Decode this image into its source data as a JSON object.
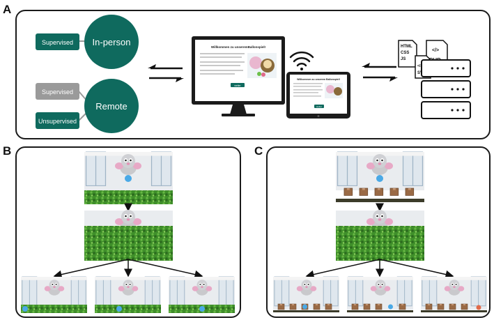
{
  "panels": {
    "a": "A",
    "b": "B",
    "c": "C"
  },
  "nodes": {
    "in_person": "In-person",
    "remote": "Remote",
    "supervised_1": "Supervised",
    "supervised_2": "Supervised",
    "unsupervised": "Unsupervised"
  },
  "screen": {
    "monitor_title": "Willkommen zu unseremBallonspiel!",
    "tablet_title": "Willkommen zu unserem Ballonspiel!",
    "button": "weiter"
  },
  "files": {
    "html": "HTML",
    "css": "CSS",
    "js": "JS",
    "php": "PHP",
    "svg": "SVG",
    "code": "</>"
  },
  "colors": {
    "teal": "#0f6a5e",
    "gray": "#9a9a9a",
    "hedge": "#3f8f2a",
    "box": "#9a6a45",
    "balloon": "#4aa9e6",
    "window": "#dfe7ee"
  }
}
